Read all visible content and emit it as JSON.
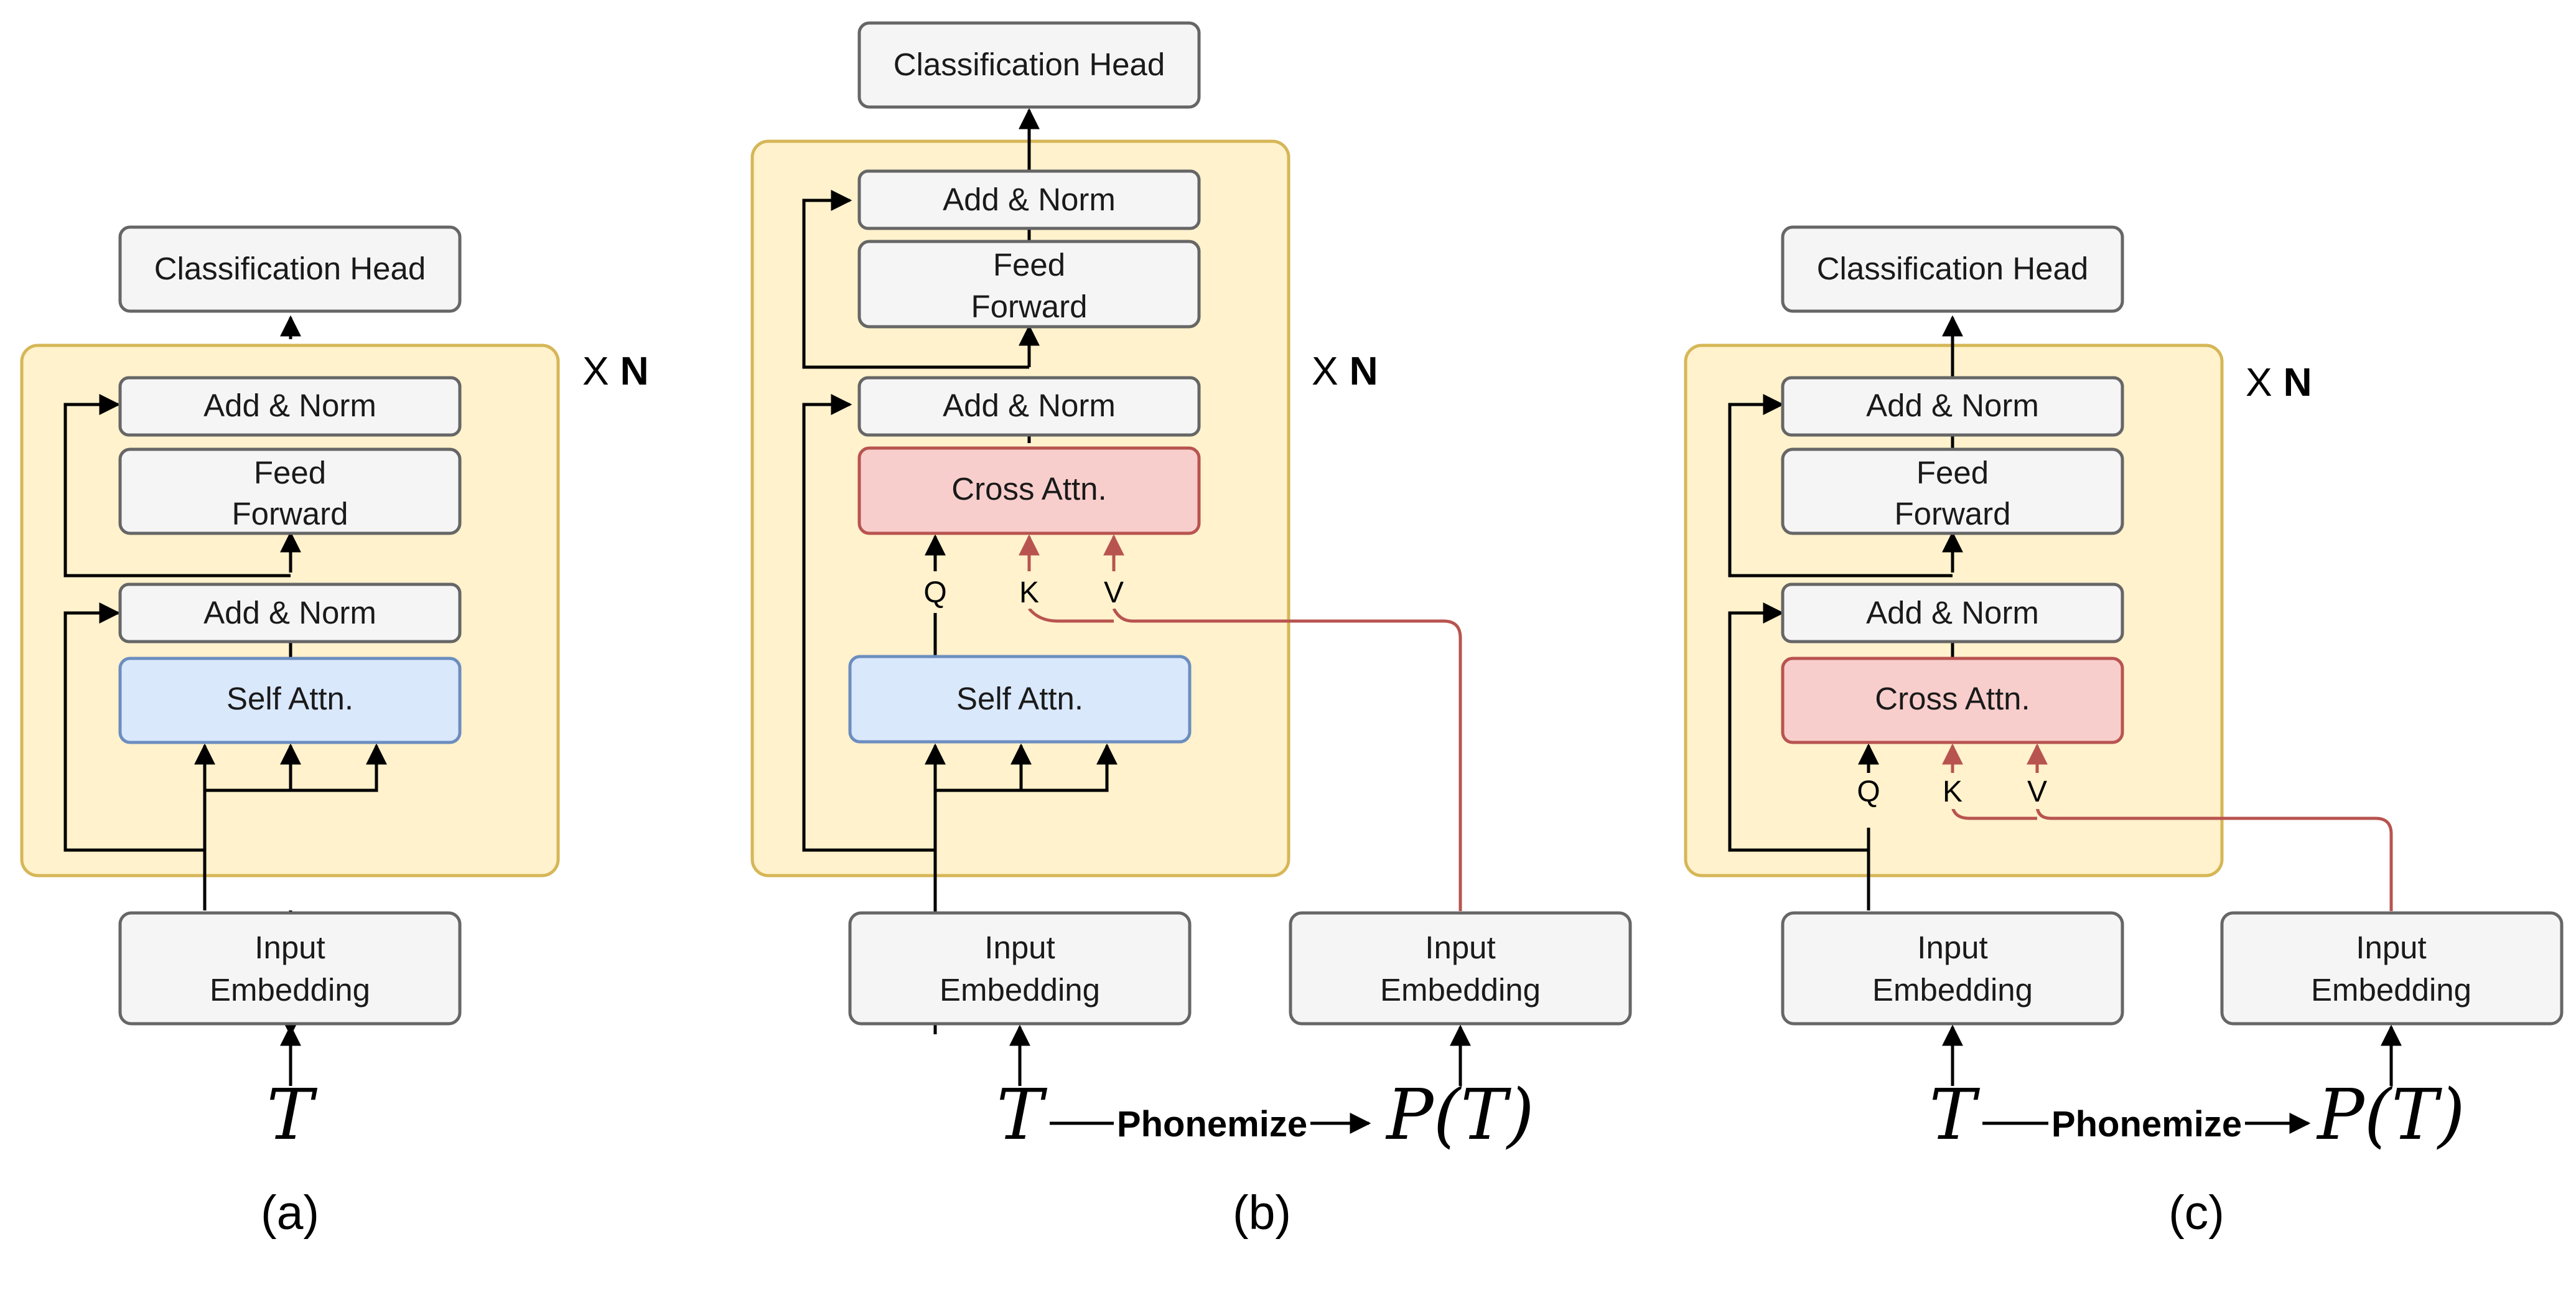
{
  "colors": {
    "layer_fill": "#fff2cc",
    "layer_stroke": "#d6b656",
    "block_fill": "#f5f5f5",
    "block_stroke": "#666666",
    "self_attn_fill": "#dae8fc",
    "self_attn_stroke": "#6c8ebf",
    "cross_attn_fill": "#f8cecc",
    "cross_attn_stroke": "#b85450",
    "arrow": "#000000",
    "kv_arrow": "#b85450"
  },
  "panels": [
    {
      "caption": "(a)",
      "head": "Classification Head",
      "add_norm_top": "Add & Norm",
      "ff_line1": "Feed",
      "ff_line2": "Forward",
      "add_norm_mid": "Add & Norm",
      "attn": "Self Attn.",
      "emb_line1": "Input",
      "emb_line2": "Embedding",
      "input_symbol": "T",
      "repeat_x": "X",
      "repeat_n": "N"
    },
    {
      "caption": "(b)",
      "head": "Classification Head",
      "add_norm_top": "Add & Norm",
      "ff_line1": "Feed",
      "ff_line2": "Forward",
      "add_norm_mid": "Add & Norm",
      "cross_attn": "Cross Attn.",
      "self_attn": "Self Attn.",
      "q": "Q",
      "k": "K",
      "v": "V",
      "emb_line1": "Input",
      "emb_line2": "Embedding",
      "emb2_line1": "Input",
      "emb2_line2": "Embedding",
      "input_symbol": "T",
      "phonemize": "Phonemize",
      "phoneme_symbol": "P(T)",
      "repeat_x": "X",
      "repeat_n": "N"
    },
    {
      "caption": "(c)",
      "head": "Classification Head",
      "add_norm_top": "Add & Norm",
      "ff_line1": "Feed",
      "ff_line2": "Forward",
      "add_norm_mid": "Add & Norm",
      "cross_attn": "Cross Attn.",
      "q": "Q",
      "k": "K",
      "v": "V",
      "emb_line1": "Input",
      "emb_line2": "Embedding",
      "emb2_line1": "Input",
      "emb2_line2": "Embedding",
      "input_symbol": "T",
      "phonemize": "Phonemize",
      "phoneme_symbol": "P(T)",
      "repeat_x": "X",
      "repeat_n": "N"
    }
  ]
}
